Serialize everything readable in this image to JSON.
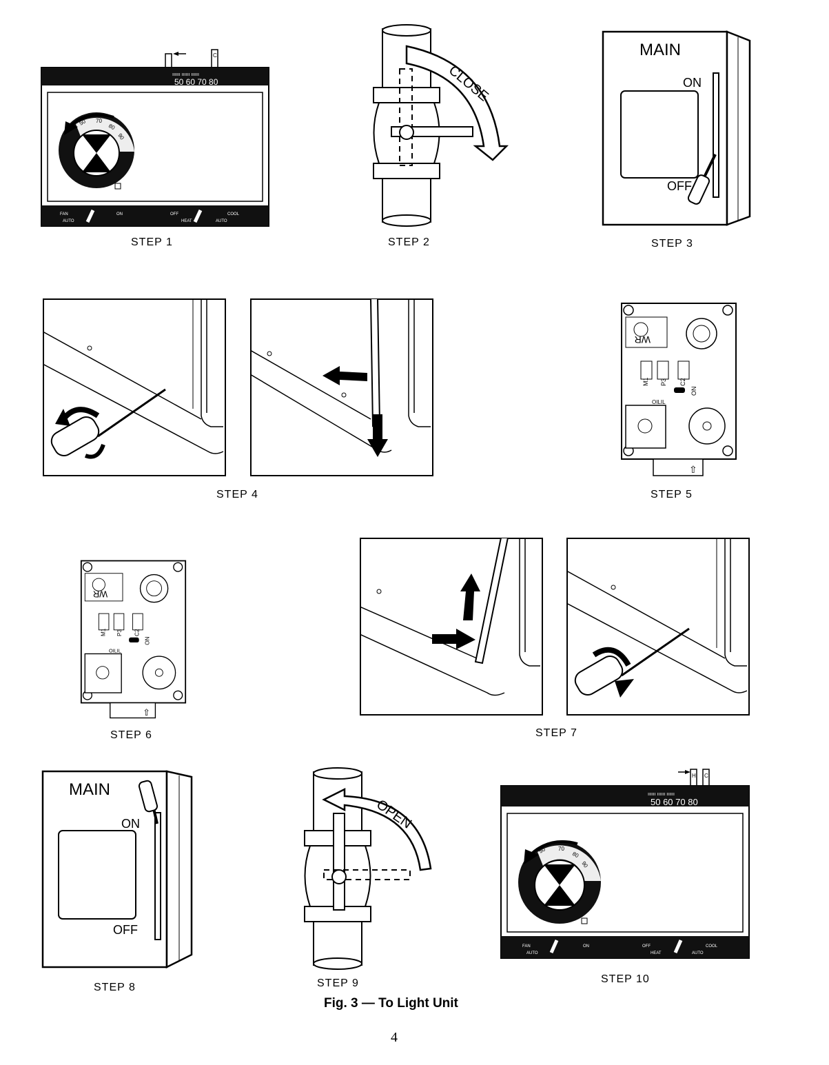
{
  "figure_caption": "Fig. 3 — To Light Unit",
  "page_number": "4",
  "steps": {
    "s1": "STEP 1",
    "s2": "STEP 2",
    "s3": "STEP 3",
    "s4": "STEP 4",
    "s5": "STEP 5",
    "s6": "STEP 6",
    "s7": "STEP 7",
    "s8": "STEP 8",
    "s9": "STEP 9",
    "s10": "STEP 10"
  },
  "thermostat": {
    "scale": "50 60 70 80",
    "dial_marks": [
      "50",
      "70",
      "80",
      "90"
    ],
    "fan_label": "FAN",
    "auto_label": "AUTO",
    "on_label": "ON",
    "off_label": "OFF",
    "heat_label": "HEAT",
    "cool_label": "COOL",
    "auto2_label": "AUTO",
    "lever_c": "C",
    "lever_h": "H"
  },
  "valve": {
    "close_label": "CLOSE",
    "open_label": "OPEN"
  },
  "switch": {
    "main_label": "MAIN",
    "on_label": "ON",
    "off_label": "OFF"
  },
  "gas_valve": {
    "wr_label": "WR",
    "m1_label": "M1",
    "p3_label": "P3",
    "c2_label": "C2",
    "on_label": "ON",
    "oilil_label": "OILIL"
  }
}
